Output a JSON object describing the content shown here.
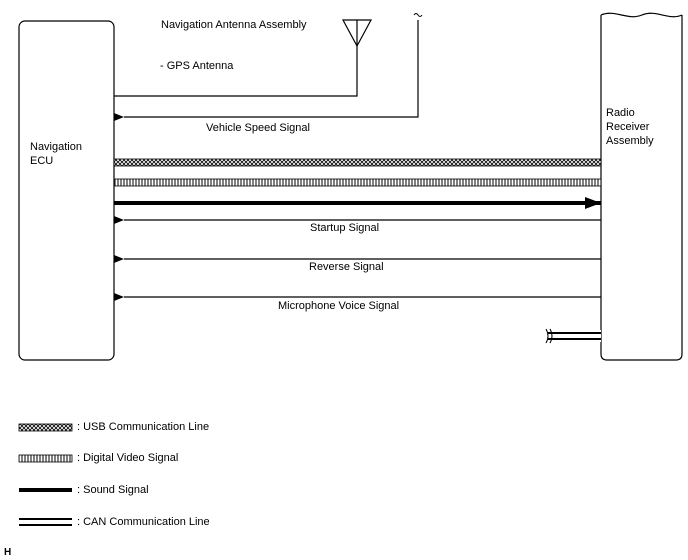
{
  "nav_ecu": {
    "line1": "Navigation",
    "line2": "ECU"
  },
  "radio": {
    "line1": "Radio",
    "line2": "Receiver",
    "line3": "Assembly"
  },
  "antenna": {
    "title": "Navigation Antenna Assembly",
    "sub": "- GPS Antenna"
  },
  "signals": {
    "vehicle_speed": "Vehicle Speed Signal",
    "startup": "Startup Signal",
    "reverse": "Reverse Signal",
    "microphone": "Microphone Voice Signal"
  },
  "legend": {
    "usb": ": USB Communication Line",
    "video": ": Digital Video Signal",
    "sound": ": Sound Signal",
    "can": ": CAN Communication Line"
  },
  "corner_mark": "H"
}
